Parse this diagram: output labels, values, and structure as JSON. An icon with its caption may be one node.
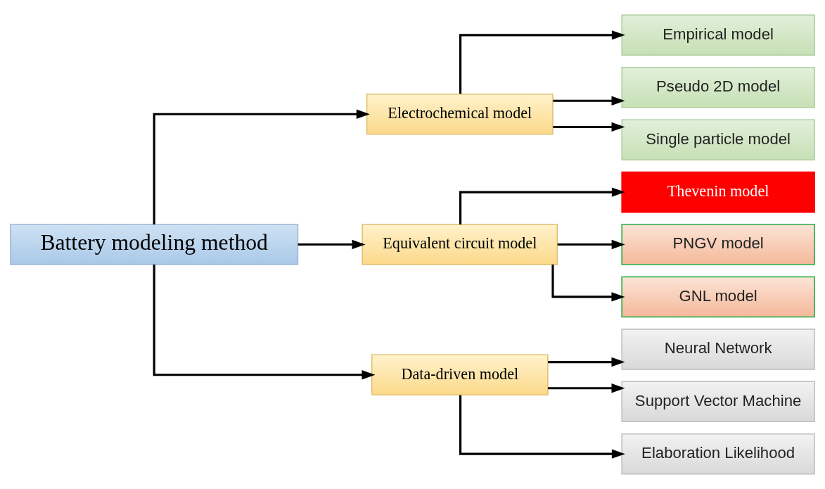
{
  "diagram": {
    "nodes": [
      {
        "text": [
          "Battery modeling method"
        ]
      },
      {
        "text": [
          "Electrochemical model"
        ]
      },
      {
        "text": [
          "Equivalent circuit model"
        ]
      },
      {
        "text": [
          "Data-driven model"
        ]
      },
      {
        "text": [
          "Empirical model"
        ]
      },
      {
        "text": [
          "Pseudo 2D model"
        ]
      },
      {
        "text": [
          "Single particle model"
        ]
      },
      {
        "text": [
          "Thevenin model"
        ]
      },
      {
        "text": [
          "PNGV model"
        ]
      },
      {
        "text": [
          "GNL model"
        ]
      },
      {
        "text": [
          "Neural Network"
        ]
      },
      {
        "text": [
          "Support Vector Machine"
        ]
      },
      {
        "text": [
          "Elaboration Likelihood"
        ]
      }
    ],
    "edges": [
      {
        "from": 0,
        "to": 1,
        "arrow": "to"
      },
      {
        "from": 0,
        "to": 2,
        "arrow": "to"
      },
      {
        "from": 0,
        "to": 3,
        "arrow": "to"
      },
      {
        "from": 1,
        "to": 4,
        "arrow": "to"
      },
      {
        "from": 1,
        "to": 5,
        "arrow": "to"
      },
      {
        "from": 1,
        "to": 6,
        "arrow": "to"
      },
      {
        "from": 2,
        "to": 7,
        "arrow": "to"
      },
      {
        "from": 2,
        "to": 8,
        "arrow": "to"
      },
      {
        "from": 2,
        "to": 9,
        "arrow": "to"
      },
      {
        "from": 3,
        "to": 10,
        "arrow": "to"
      },
      {
        "from": 3,
        "to": 11,
        "arrow": "to"
      },
      {
        "from": 3,
        "to": 12,
        "arrow": "to"
      }
    ]
  }
}
